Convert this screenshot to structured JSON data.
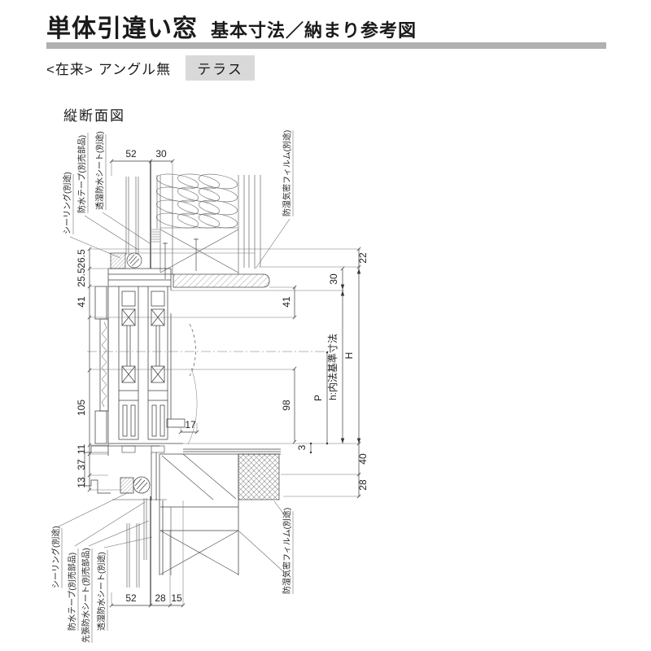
{
  "header": {
    "title": "単体引違い窓",
    "subtitle": "基本寸法／納まり参考図"
  },
  "variant": {
    "construction": "<在来>",
    "angle": "アングル無",
    "type_badge": "テラス"
  },
  "drawing": {
    "view_label": "縦断面図",
    "dims_top": {
      "d52": "52",
      "d30": "30"
    },
    "dims_left": {
      "d26_5": "26.5",
      "d25_5": "25.5",
      "d41": "41",
      "d105": "105",
      "d11": "11",
      "d37": "37",
      "d13": "13"
    },
    "dims_mid": {
      "d17": "17"
    },
    "dims_right": {
      "d22": "22",
      "d30": "30",
      "d41": "41",
      "d98": "98",
      "d3": "3",
      "dP": "P",
      "dH": "H",
      "dh": "h:内法基準寸法",
      "d40": "40",
      "d28": "28"
    },
    "dims_bottom": {
      "d52": "52",
      "d28": "28",
      "d15": "15"
    },
    "labels_top": {
      "sealing": "シーリング(別途)",
      "tape": "防水テープ(別売部品)",
      "sheet": "透湿防水シート(別途)",
      "film": "防湿気密フィルム(別途)"
    },
    "labels_bottom": {
      "sealing": "シーリング(別途)",
      "tape": "防水テープ(別売部品)",
      "pre_sheet": "先張防水シート(別売部品)",
      "sheet": "透湿防水シート(別途)",
      "film": "防湿気密フィルム(別途)"
    }
  }
}
